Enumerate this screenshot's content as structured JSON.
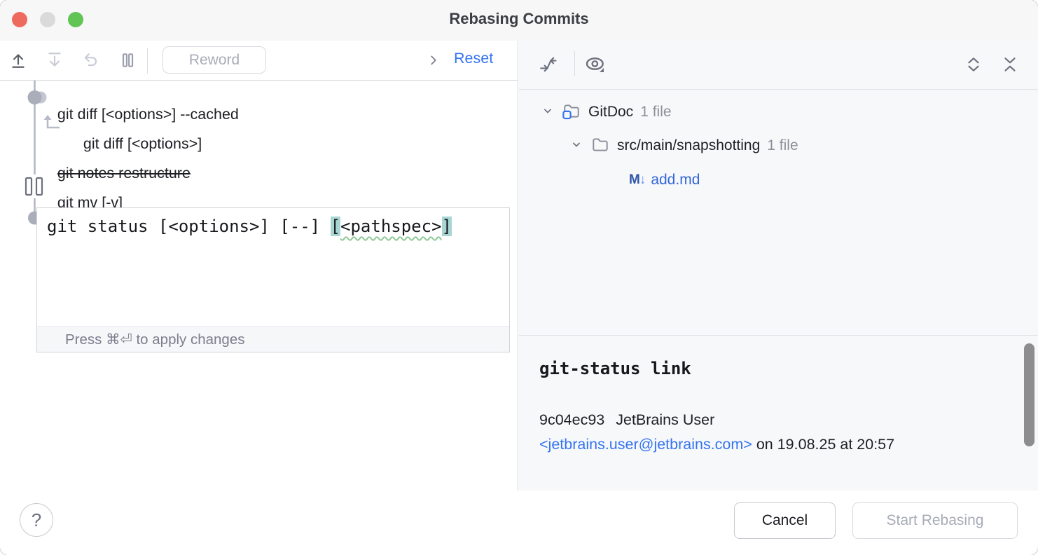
{
  "window": {
    "title": "Rebasing Commits"
  },
  "left_toolbar": {
    "reword": "Reword",
    "reset": "Reset",
    "icons": [
      "move-commit-up",
      "move-commit-down",
      "undo",
      "pause-stop-to-edit"
    ]
  },
  "commits": [
    {
      "message": "git diff [<options>] --cached",
      "decoration": "combined-node"
    },
    {
      "message": "git diff [<options>]",
      "decoration": "squash-into-above"
    },
    {
      "message": "git notes restructure",
      "decoration": "dropped"
    },
    {
      "message": "git mv [-v]",
      "decoration": "pause"
    }
  ],
  "editor": {
    "text_before": "git status [<options>] [--] ",
    "bracket_open": "[",
    "misspelled_word": "<pathspec>",
    "bracket_close": "]",
    "hint": "Press ⌘⏎ to apply changes"
  },
  "right_toolbar": {
    "icons": [
      "compare-arrows",
      "preview-eye-with-dropdown",
      "expand-all",
      "collapse-all"
    ]
  },
  "tree": {
    "project": {
      "name": "GitDoc",
      "count": "1 file"
    },
    "dir": {
      "name": "src/main/snapshotting",
      "count": "1 file"
    },
    "file": {
      "name": "add.md",
      "icon_letter": "M",
      "icon_arrow": "↓"
    }
  },
  "details": {
    "subject": "git-status link",
    "hash": "9c04ec93",
    "author": "JetBrains User",
    "email": "<jetbrains.user@jetbrains.com>",
    "date": " on 19.08.25 at 20:57"
  },
  "footer": {
    "help": "?",
    "cancel": "Cancel",
    "start": "Start Rebasing"
  },
  "colors": {
    "accent_blue": "#3574f0",
    "file_modified_blue": "#3366d6",
    "bracket_match_teal": "#a8d7d3",
    "typo_underline_green": "#8fc897",
    "graph_gray": "#b2b6c2",
    "traffic_red": "#ee6a5f",
    "traffic_gray": "#dadada",
    "traffic_green": "#61c454",
    "panel_gray": "#f7f8fa"
  }
}
